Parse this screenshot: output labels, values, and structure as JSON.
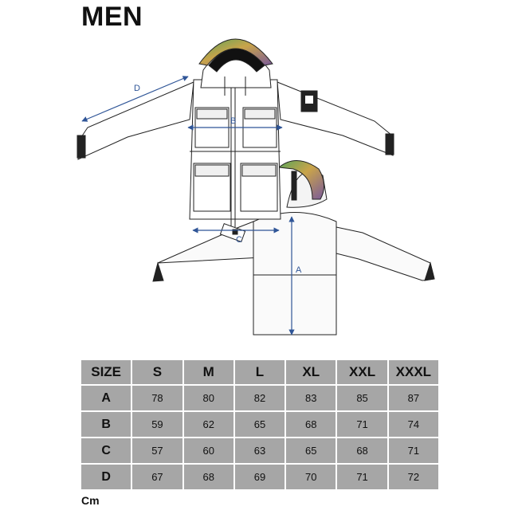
{
  "title": "MEN",
  "dimension_labels": {
    "a": "A",
    "b": "B",
    "c": "C",
    "d": "D"
  },
  "size_table": {
    "header": [
      "SIZE",
      "S",
      "M",
      "L",
      "XL",
      "XXL",
      "XXXL"
    ],
    "rows": [
      [
        "A",
        "78",
        "80",
        "82",
        "83",
        "85",
        "87"
      ],
      [
        "B",
        "59",
        "62",
        "65",
        "68",
        "71",
        "74"
      ],
      [
        "C",
        "57",
        "60",
        "63",
        "65",
        "68",
        "71"
      ],
      [
        "D",
        "67",
        "68",
        "69",
        "70",
        "71",
        "72"
      ]
    ]
  },
  "unit": "Cm",
  "colors": {
    "measure_line": "#2f5597",
    "table_bg": "#a6a6a6",
    "table_grid": "#ffffff"
  }
}
